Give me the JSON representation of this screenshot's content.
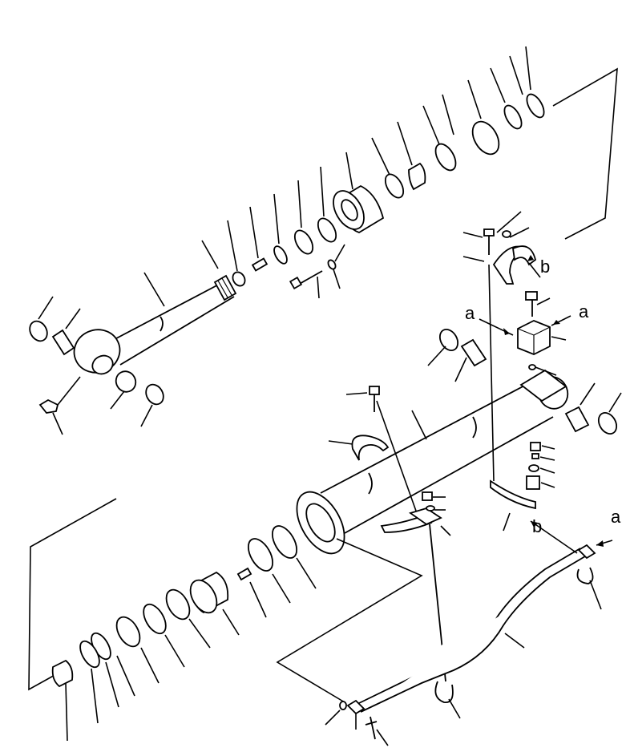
{
  "diagram": {
    "colors": {
      "ink": "#000000",
      "paper": "#ffffff"
    },
    "callouts": {
      "a_bracket_left": "a",
      "a_bracket_right": "a",
      "b_clamp": "b",
      "b_tube": "b",
      "a_tube": "a"
    }
  }
}
